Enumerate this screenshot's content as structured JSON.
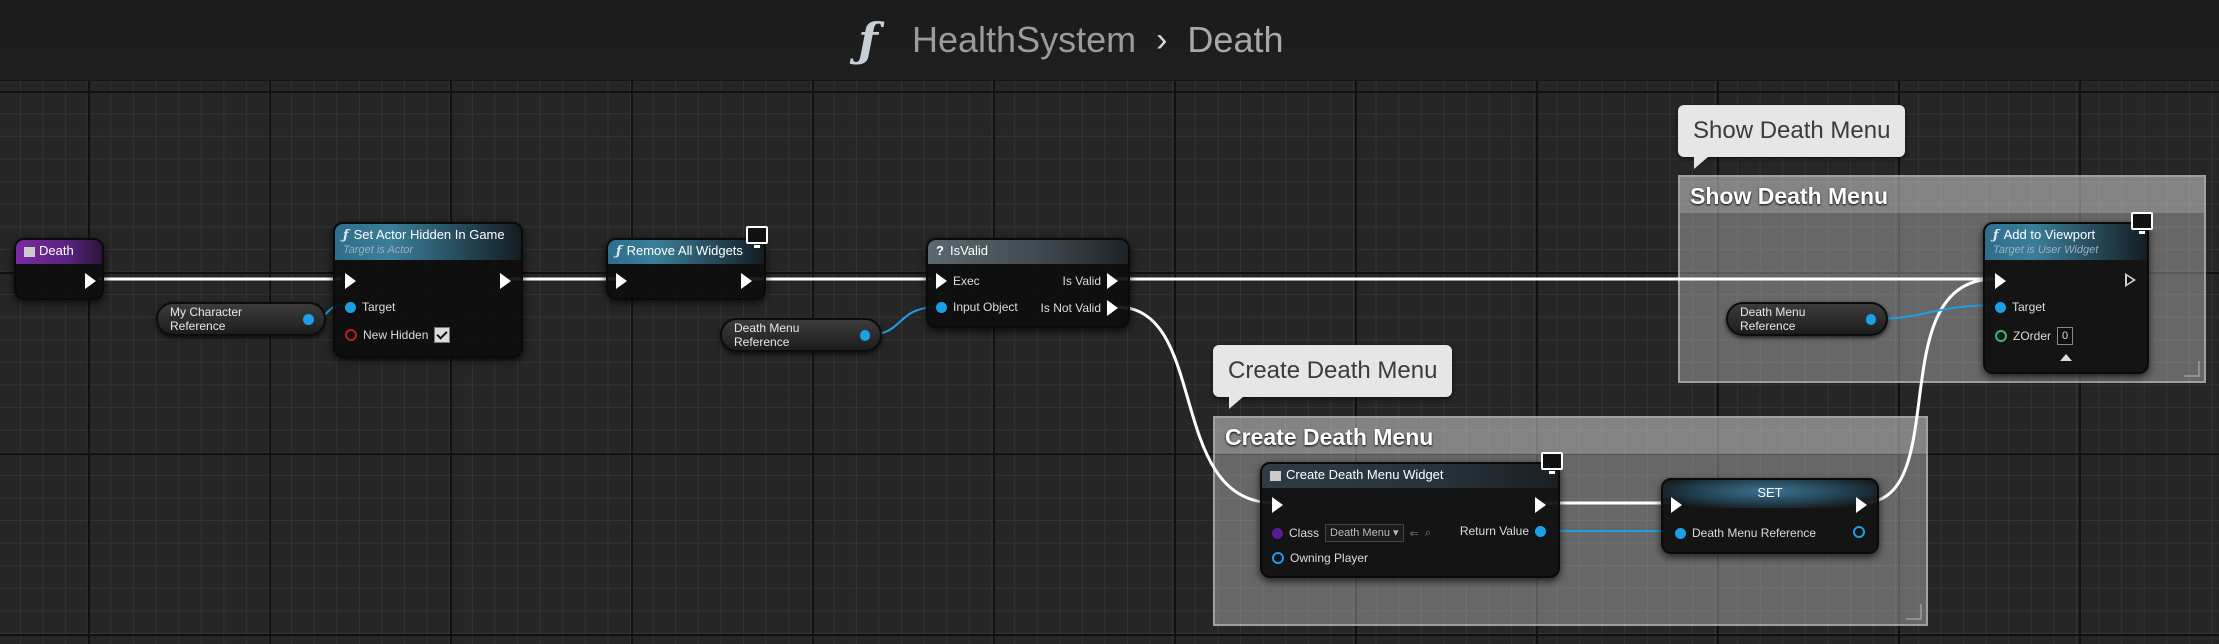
{
  "breadcrumb": {
    "function_icon": "ƒ",
    "parent": "HealthSystem",
    "separator": "›",
    "current": "Death"
  },
  "comments": {
    "show_menu": {
      "bubble": "Show Death Menu",
      "header": "Show Death Menu"
    },
    "create_menu": {
      "bubble": "Create Death Menu",
      "header": "Create Death Menu"
    }
  },
  "nodes": {
    "death_entry": {
      "title": "Death"
    },
    "set_hidden": {
      "title": "Set Actor Hidden In Game",
      "subtitle": "Target is Actor",
      "pin_target": "Target",
      "pin_new_hidden": "New Hidden",
      "new_hidden_checked": true
    },
    "remove_widgets": {
      "title": "Remove All Widgets"
    },
    "is_valid": {
      "icon": "?",
      "title": "IsValid",
      "pin_exec": "Exec",
      "pin_input": "Input Object",
      "pin_is_valid": "Is Valid",
      "pin_is_not_valid": "Is Not Valid"
    },
    "create_widget": {
      "title": "Create Death Menu Widget",
      "pin_class": "Class",
      "class_value": "Death Menu",
      "pin_return": "Return Value",
      "pin_owning": "Owning Player"
    },
    "set_var": {
      "title": "SET",
      "pin_var": "Death Menu Reference"
    },
    "add_viewport": {
      "title": "Add to Viewport",
      "subtitle": "Target is User Widget",
      "pin_target": "Target",
      "pin_zorder": "ZOrder",
      "zorder_value": "0"
    }
  },
  "variables": {
    "my_character": "My Character Reference",
    "death_menu_1": "Death Menu Reference",
    "death_menu_2": "Death Menu Reference"
  },
  "colors": {
    "exec_wire": "#ffffff",
    "object_wire": "#1d9fe6",
    "function_header": "#3b7e9a",
    "event_header": "#7a2aa4"
  }
}
